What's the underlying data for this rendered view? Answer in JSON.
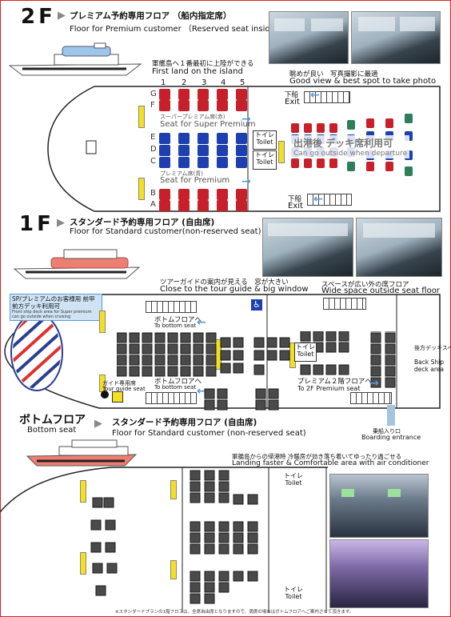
{
  "floor2": {
    "label": "2F",
    "title_jp": "プレミアム予約専用フロア （船内指定席）",
    "title_en": "Floor for Premium customer （Reserved seat inside）",
    "first_land_jp": "軍艦島へ１番最初に上陸ができる",
    "first_land_en": "First land on the island",
    "view_jp": "眺めが良い　写真撮影に最適",
    "view_en": "Good view & best spot to take photo",
    "col_numbers": [
      "1",
      "2",
      "3",
      "4",
      "5"
    ],
    "row_letters": [
      "G",
      "F",
      "E",
      "D",
      "C",
      "B",
      "A"
    ],
    "super_jp": "スーパープレミアム席(赤)",
    "super_en": "Seat for Super Premium",
    "premium_jp": "プレミアム席(青)",
    "premium_en": "Seat for Premium",
    "exit_jp": "下船",
    "exit_en": "Exit",
    "toilet_jp": "トイレ",
    "toilet_en": "Toilet",
    "deck_jp": "出港後 デッキ席利用可",
    "deck_en": "Can go outside when departure"
  },
  "floor1": {
    "label": "1F",
    "title_jp": "スタンダード予約専用フロア (自由席)",
    "title_en": "Floor for Standard customer(non-reserved seat)",
    "guide_jp": "ツアーガイドの案内が見える　窓が大きい",
    "guide_en": "Close to the tour guide & big window",
    "space_jp": "スペースが広い外の席フロア",
    "space_en": "Wide space outside seat floor",
    "front_deck_jp": "SP/プレミアムのお客様用 前甲前方デッキ利用可",
    "front_deck_en": "Front ship deck area for Super premium can go outside when cruising",
    "bottom_jp": "ボトムフロアへ",
    "bottom_en": "To bottom seat",
    "toilet_jp": "トイレ",
    "toilet_en": "Toilet",
    "premium2f_jp": "プレミアム２階フロアへ",
    "premium2f_en": "To 2F Premium seat",
    "guide_seat_jp": "ガイド専用席",
    "guide_seat_en": "Tour guide seat",
    "back_deck_jp": "後方デッキスペース",
    "back_deck_en": "Back Ship deck area",
    "boarding_jp": "乗船入り口",
    "boarding_en": "Boarding entrance"
  },
  "bottom": {
    "label_jp": "ボトムフロア",
    "label_en": "Bottom seat",
    "title_jp": "スタンダード予約専用フロア (自由席)",
    "title_en": "Floor for Standard customer (non-reserved seat)",
    "landing_jp": "軍艦島からの帰港時 冷暖房が効き落ち着いてゆったり過ごせる",
    "landing_en": "Landing faster & Comfortable area with air conditioner",
    "toilet_jp": "トイレ",
    "toilet_en": "Toilet",
    "footnote": "※スタンダードプランの1階フロアは、全席自由席となりますので、満席の場合はボトムフロアへご案内させて頂きます。"
  },
  "colors": {
    "super_premium": "#c8202a",
    "premium": "#1d3fb0",
    "accent_arrow": "#5b9bd5",
    "toilet_marker": "#f4e020",
    "frame": "#dd2222"
  }
}
